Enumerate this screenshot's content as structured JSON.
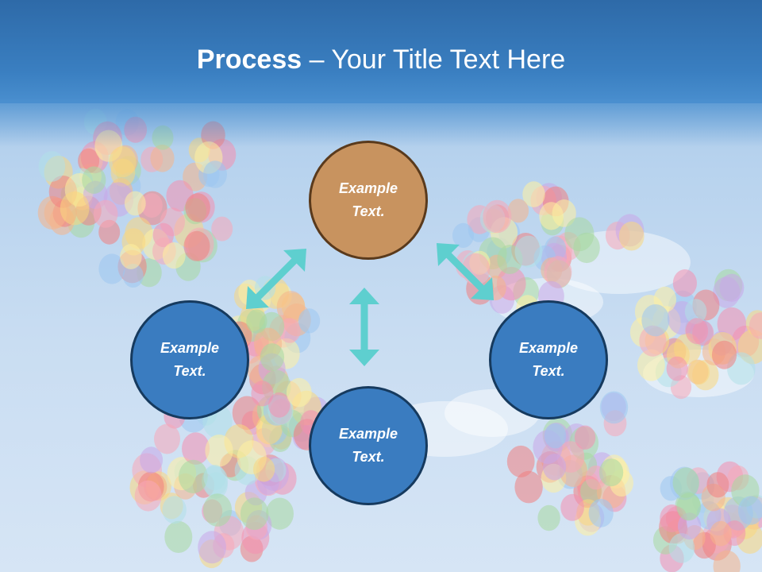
{
  "slide": {
    "title_bold": "Process",
    "title_rest": " – Your Title Text Here"
  },
  "nodes": {
    "top": "Example Text.",
    "left": "Example Text.",
    "right": "Example Text.",
    "bottom": "Example Text."
  },
  "colors": {
    "header": "#3a7fc1",
    "node_blue": "#3a7cc0",
    "node_orange": "#c8935f",
    "arrow": "#5ecfcf"
  },
  "background": "sky with colorful balloons"
}
